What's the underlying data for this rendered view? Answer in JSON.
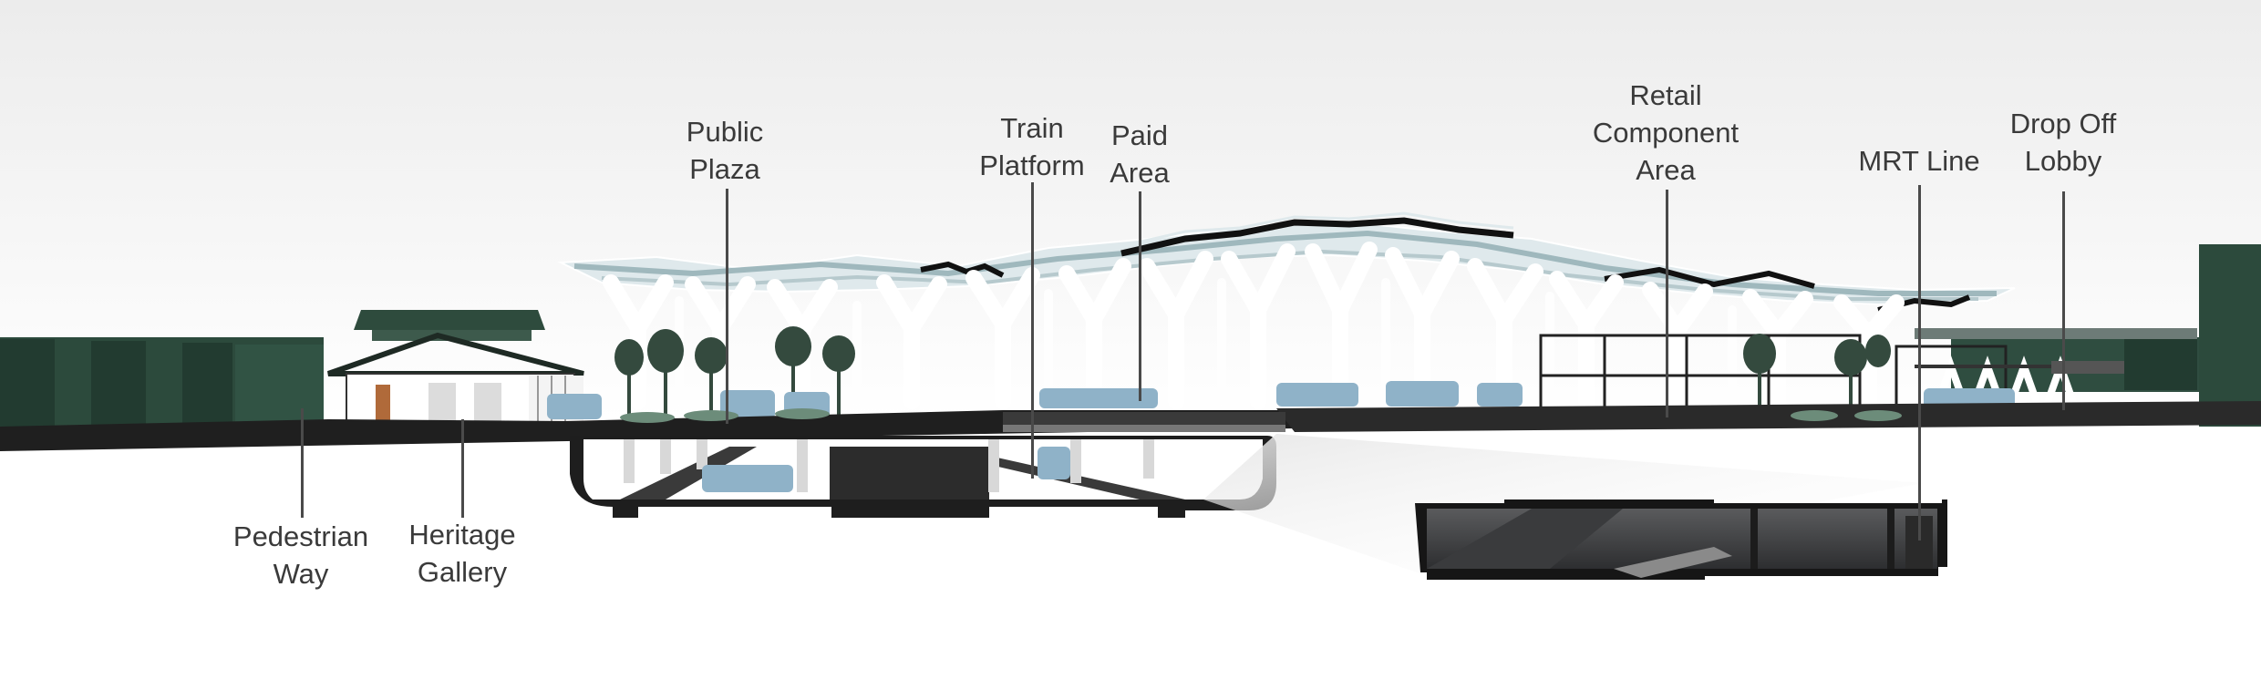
{
  "labels": {
    "public_plaza": {
      "lines": [
        "Public",
        "Plaza"
      ]
    },
    "train_platform": {
      "lines": [
        "Train",
        "Platform"
      ]
    },
    "paid_area": {
      "lines": [
        "Paid",
        "Area"
      ]
    },
    "retail_component": {
      "lines": [
        "Retail",
        "Component",
        "Area"
      ]
    },
    "mrt_line": {
      "lines": [
        "MRT Line"
      ]
    },
    "drop_off_lobby": {
      "lines": [
        "Drop Off",
        "Lobby"
      ]
    },
    "pedestrian_way": {
      "lines": [
        "Pedestrian",
        "Way"
      ]
    },
    "heritage_gallery": {
      "lines": [
        "Heritage",
        "Gallery"
      ]
    }
  },
  "colors": {
    "sky_top": "#f1f1f1",
    "building_green": "#2c4a3c",
    "canopy_top": "#9fb8bd",
    "canopy_light": "#dfe9ec",
    "column_white": "#ffffff",
    "ground_dark": "#1f1f1f",
    "tunnel_dark": "#2a2a2a",
    "tunnel_mid": "#4c4d4f",
    "people_blue": "#8fb2c8",
    "tree_dark": "#344a3e",
    "leader": "#4a4a4a",
    "text": "#3a3a3a"
  }
}
